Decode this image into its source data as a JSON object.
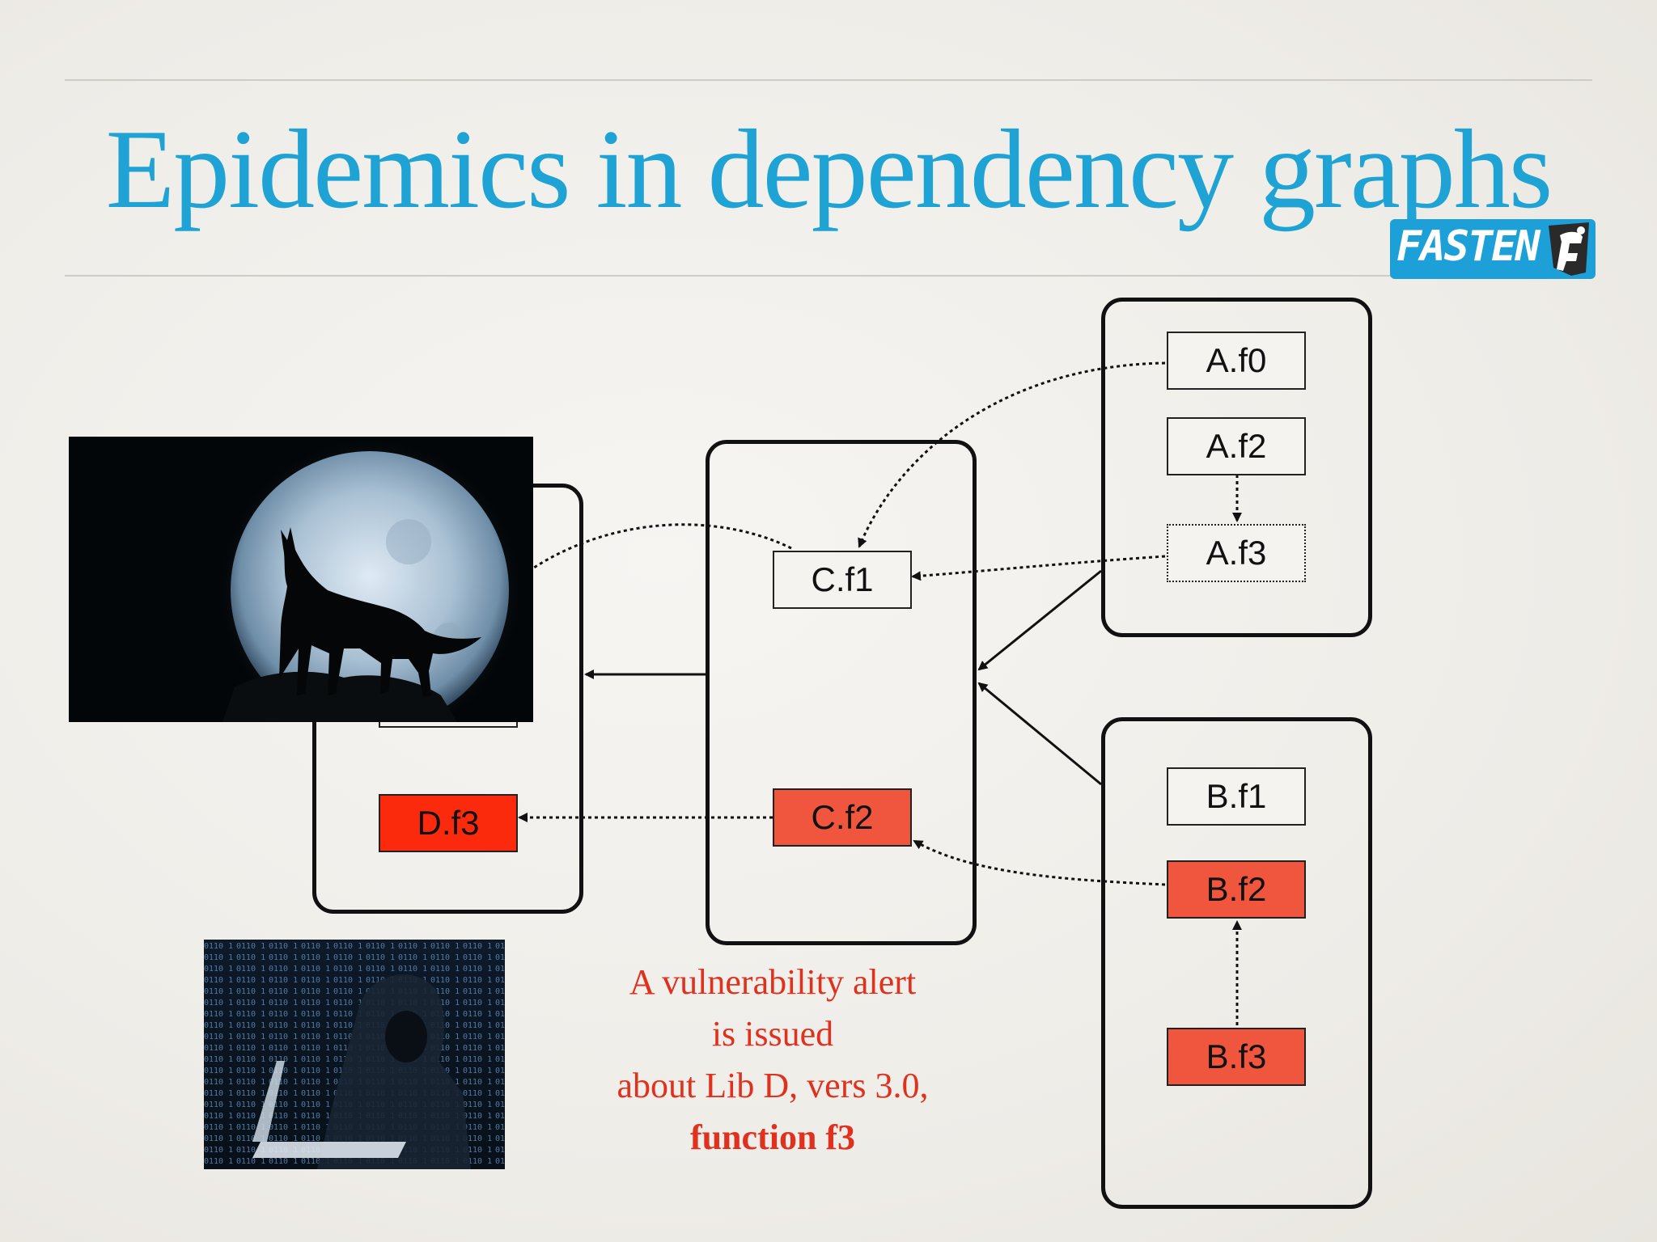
{
  "slide": {
    "title": "Epidemics in dependency graphs",
    "logo_text": "FASTEN"
  },
  "nodes": {
    "a_f0": "A.f0",
    "a_f2": "A.f2",
    "a_f3": "A.f3",
    "c_f1": "C.f1",
    "c_f2": "C.f2",
    "d_f3": "D.f3",
    "b_f1": "B.f1",
    "b_f2": "B.f2",
    "b_f3": "B.f3"
  },
  "alert": {
    "line1": "A vulnerability alert",
    "line2": "is issued",
    "line3": "about Lib D, vers 3.0,",
    "line4": "function f3"
  },
  "colors": {
    "title": "#1fa3d4",
    "vulnerable_fill": "#f0563d",
    "source_fill": "#fb2a0c",
    "alert_text": "#e0301e"
  },
  "icons": [
    "wolf-moon-image",
    "hacker-image",
    "fasten-logo"
  ]
}
